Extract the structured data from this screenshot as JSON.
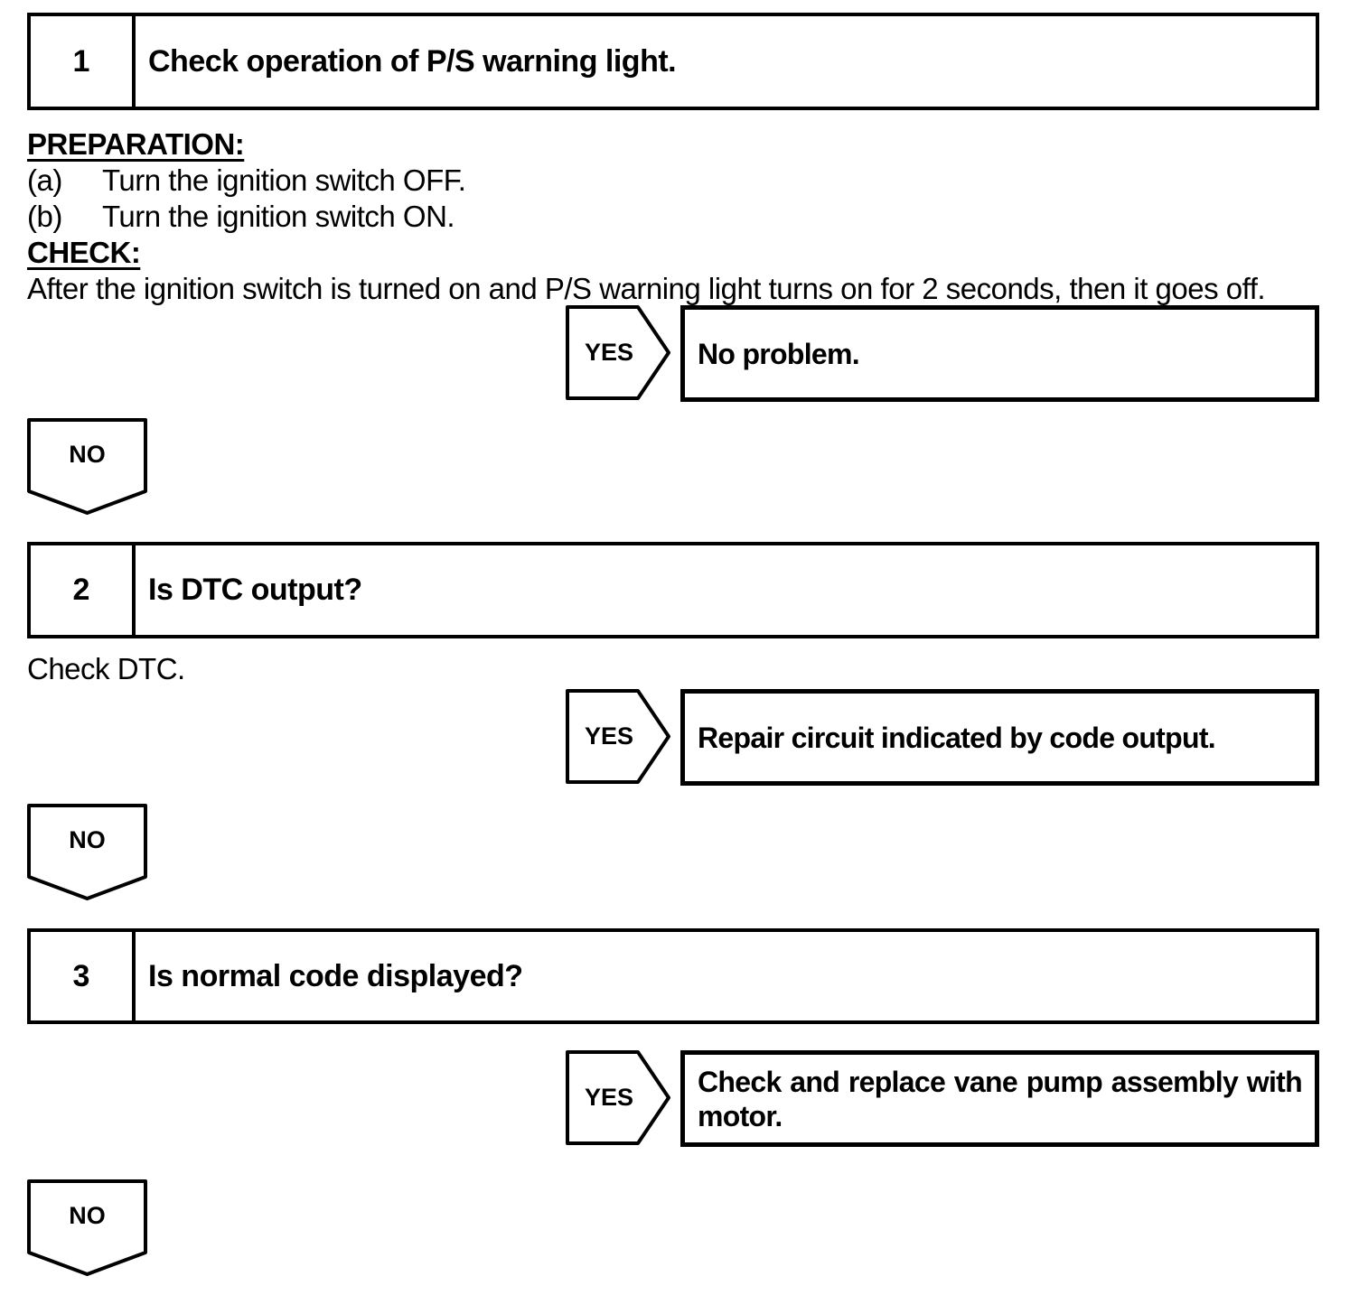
{
  "colors": {
    "ink": "#000000",
    "paper": "#ffffff"
  },
  "steps": [
    {
      "number": "1",
      "title": "Check operation of P/S warning light.",
      "preparation_heading": "PREPARATION:",
      "preparation_items": [
        {
          "label": "(a)",
          "text": "Turn the ignition switch OFF."
        },
        {
          "label": "(b)",
          "text": "Turn the ignition switch ON."
        }
      ],
      "check_heading": "CHECK:",
      "check_text": "After the ignition switch is turned on and P/S warning light turns on for 2 seconds, then it goes off.",
      "yes_label": "YES",
      "yes_result": "No problem.",
      "no_label": "NO"
    },
    {
      "number": "2",
      "title": "Is DTC output?",
      "body_text": "Check DTC.",
      "yes_label": "YES",
      "yes_result": "Repair circuit indicated by code output.",
      "no_label": "NO"
    },
    {
      "number": "3",
      "title": "Is normal code displayed?",
      "yes_label": "YES",
      "yes_result": "Check and replace vane pump assembly with motor.",
      "no_label": "NO"
    }
  ]
}
